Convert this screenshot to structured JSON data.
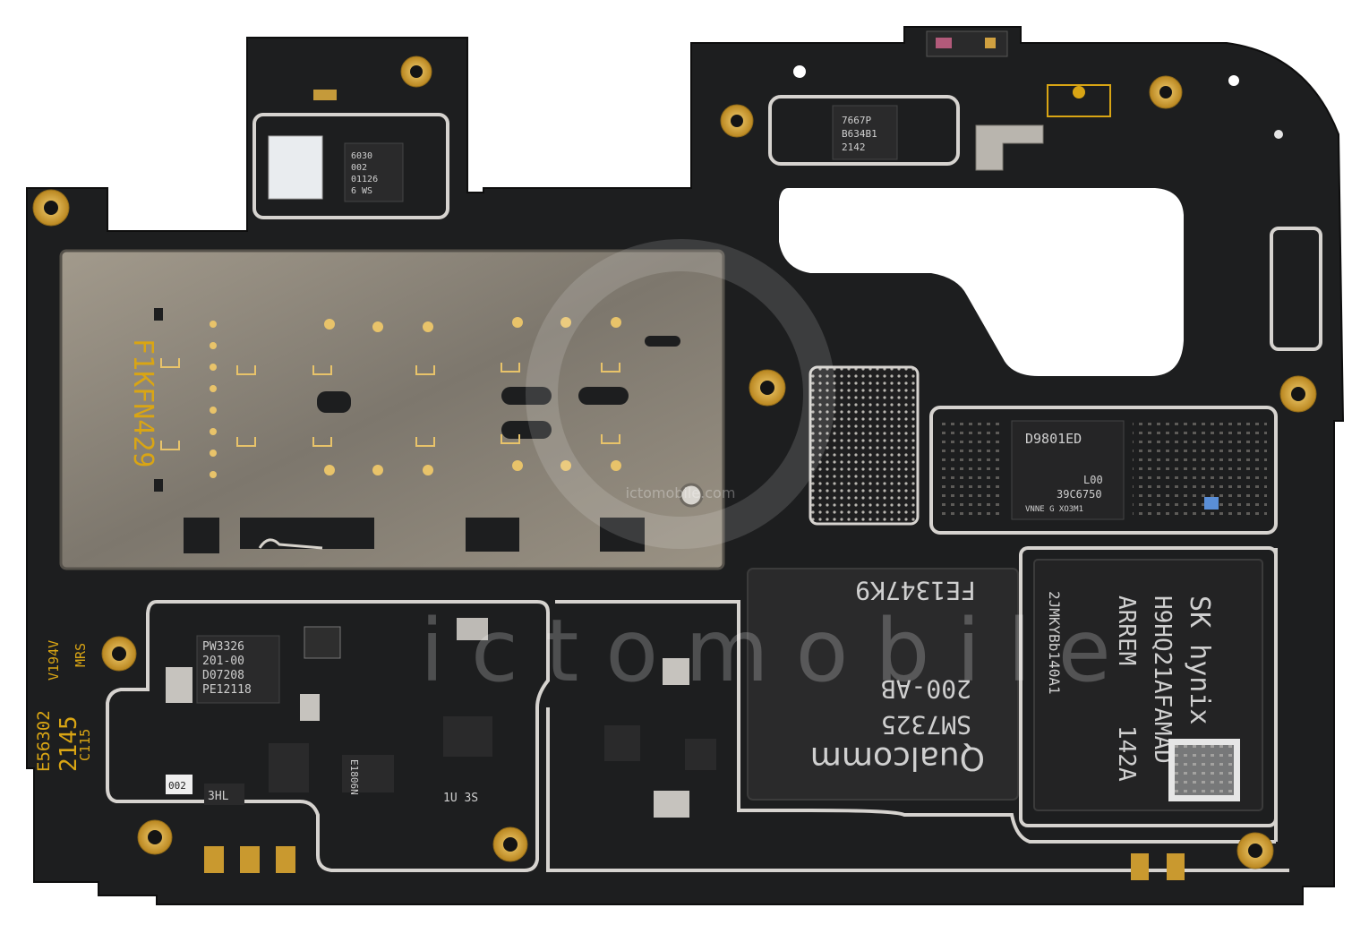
{
  "labels": {
    "sim_tray": "F1KFN429",
    "board_code_1": "E56302",
    "board_code_2": "2145",
    "board_code_3": "C115",
    "board_code_4": "V194V",
    "board_code_5": "MRS",
    "pmic_1": [
      "PW3326",
      "201-00",
      "D07208",
      "PE12118"
    ],
    "chip_top_1": [
      "6030",
      "002",
      "01126",
      "6 WS"
    ],
    "chip_top_2": [
      "7667P",
      "B634B1",
      "2142"
    ],
    "chip_right": [
      "D9801ED",
      "L00",
      "39C6750",
      "VNNE G XO3M1"
    ],
    "soc": [
      "FE1347K9",
      "200-AB",
      "SM7325",
      "Qualcomm"
    ],
    "memory": [
      "SK hynix",
      "H9HQ21AFAMAD",
      "ARREM",
      "142A",
      "2JMKYBb140A1"
    ],
    "small_1": "002",
    "small_2": "3HL",
    "small_3": "E1806N",
    "small_4": "1U 3S",
    "watermark": "ictomobile",
    "watermark_url": "ictomobile.com"
  },
  "colors": {
    "board": "#1d1e1f",
    "shield": "#8f877a",
    "gold": "#d9a73a",
    "chip": "#2a2a2b",
    "silver": "#c9c6c2"
  }
}
